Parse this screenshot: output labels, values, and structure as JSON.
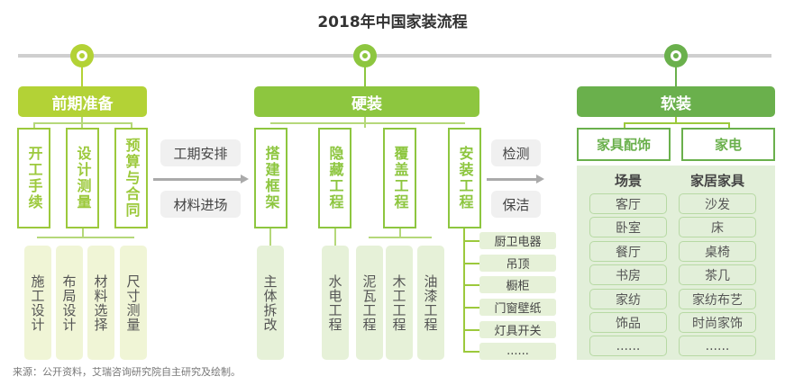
{
  "title": "2018年中国家装流程",
  "colors": {
    "prep": "#b3d236",
    "hard": "#8dc63f",
    "soft": "#6ab04c"
  },
  "stages": {
    "prep": {
      "label": "前期准备",
      "subs": [
        "开工手续",
        "设计测量",
        "预算与合同"
      ],
      "leaves": [
        "施工设计",
        "布局设计",
        "材料选择",
        "尺寸测量"
      ]
    },
    "hard": {
      "label": "硬装",
      "subs": [
        "搭建框架",
        "隐藏工程",
        "覆盖工程",
        "安装工程"
      ],
      "leaves": [
        "主体拆改",
        "水电工程",
        "泥瓦工程",
        "木工工程",
        "油漆工程"
      ],
      "install_items": [
        "厨卫电器",
        "吊顶",
        "橱柜",
        "门窗壁纸",
        "灯具开关",
        "......"
      ]
    },
    "soft": {
      "label": "软装",
      "subs": [
        "家具配饰",
        "家电"
      ],
      "col_headers": [
        "场景",
        "家居家具"
      ],
      "scenes": [
        "客厅",
        "卧室",
        "餐厅",
        "书房",
        "家纺",
        "饰品",
        "......"
      ],
      "furniture": [
        "沙发",
        "床",
        "桌椅",
        "茶几",
        "家纺布艺",
        "时尚家饰",
        "......"
      ]
    }
  },
  "transitions": {
    "first": [
      "工期安排",
      "材料进场"
    ],
    "second": [
      "检测",
      "保洁"
    ]
  },
  "source": "来源：公开资料，艾瑞咨询研究院自主研究及绘制。"
}
